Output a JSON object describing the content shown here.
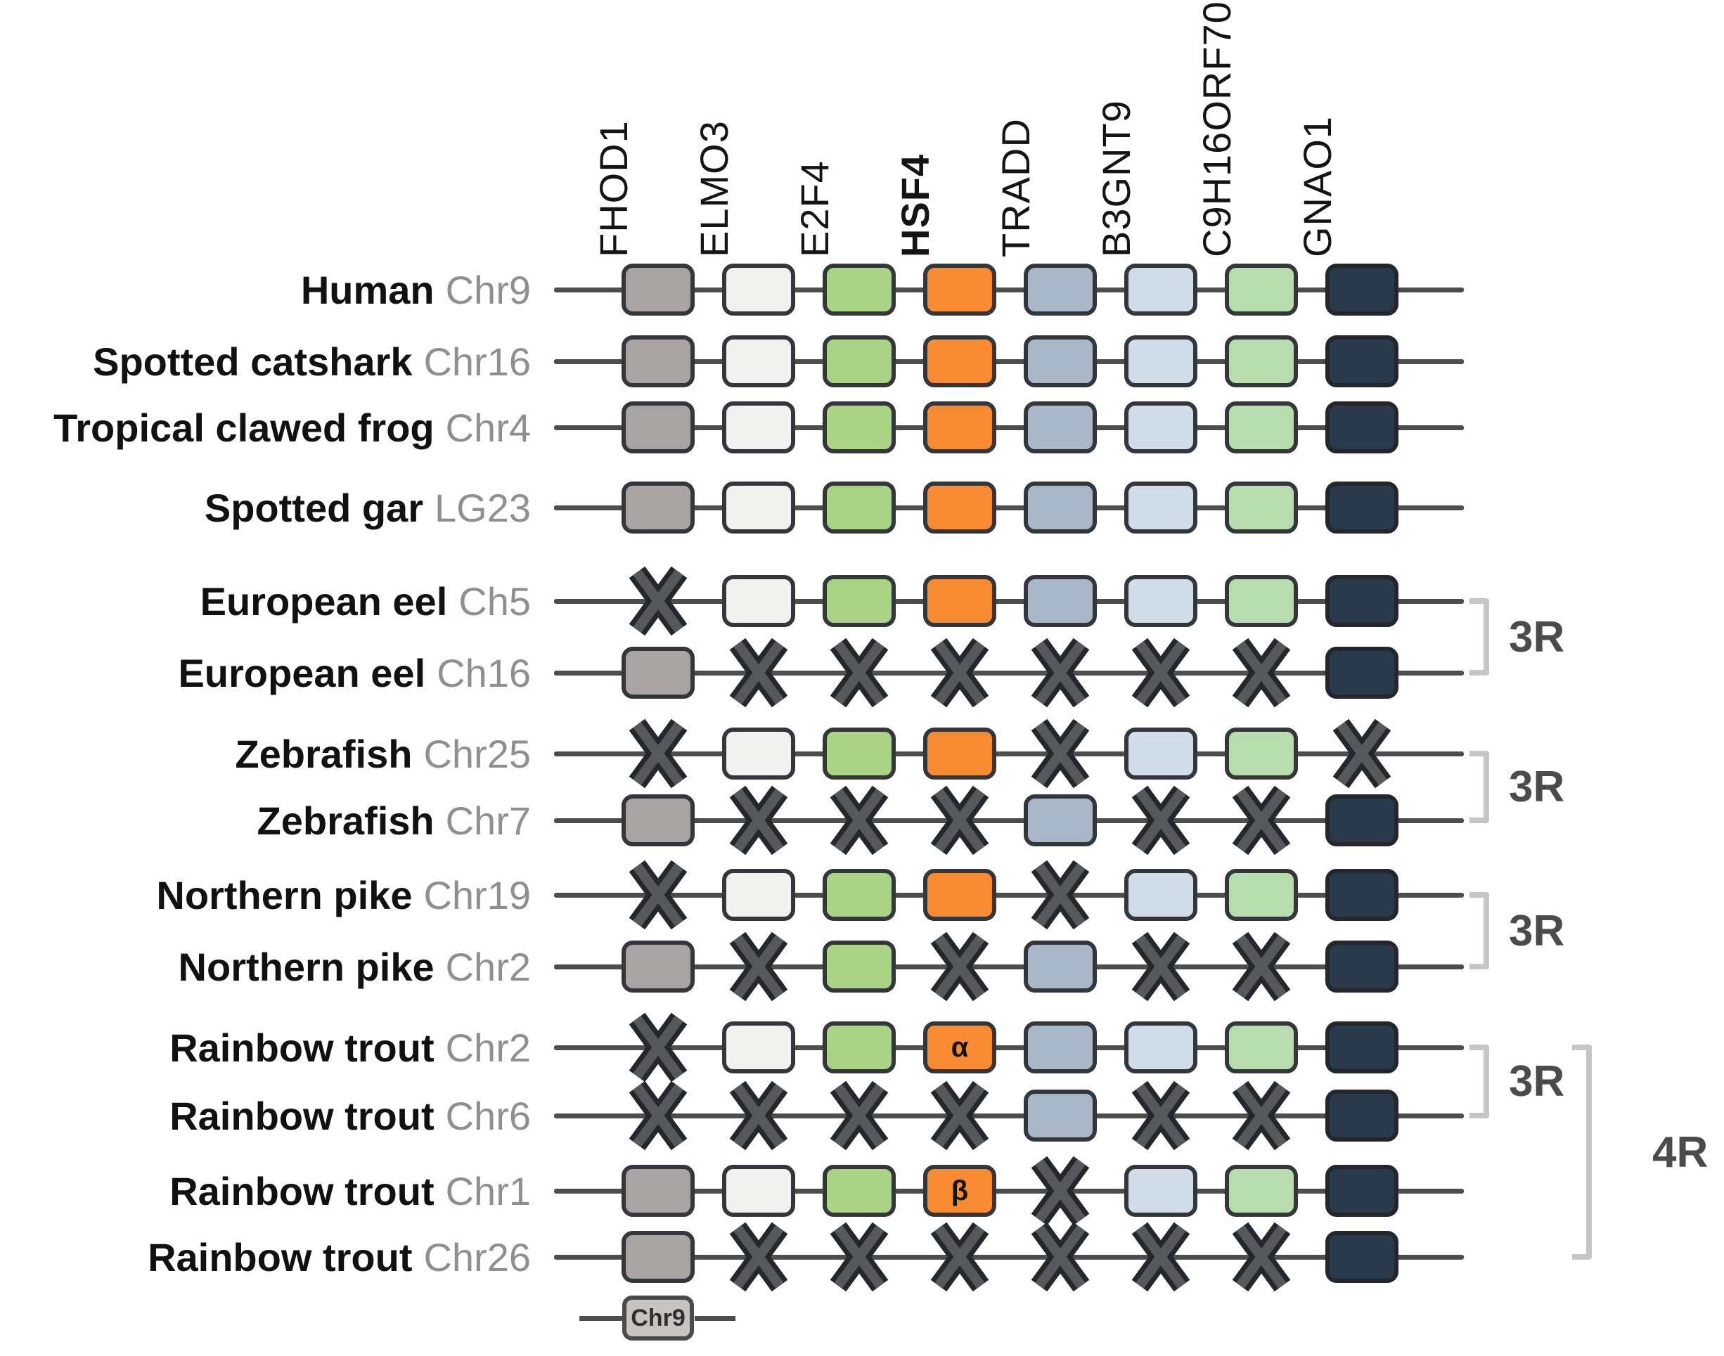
{
  "figure_type": "gene-synteny-comparison",
  "palette": {
    "background": "#ffffff",
    "box_border": "#33373c",
    "synteny_line": "#4d4d4d",
    "x_mark_outline": "#24282c",
    "x_mark_fill": "#55595c",
    "bracket": "#c6c6c6",
    "bracket_label": "#4b4b4b",
    "species_text": "#111111",
    "chromosome_text": "#8f8f8f",
    "header_text": "#141414",
    "legend_box_fill": "#c7c4c2"
  },
  "genes": [
    {
      "name": "FHOD1",
      "color": "#a8a4a3",
      "emphasis": false
    },
    {
      "name": "ELMO3",
      "color": "#f1f1f0",
      "emphasis": false
    },
    {
      "name": "E2F4",
      "color": "#abd385",
      "emphasis": false
    },
    {
      "name": "HSF4",
      "color": "#f88b31",
      "emphasis": true
    },
    {
      "name": "TRADD",
      "color": "#a9b8c9",
      "emphasis": false
    },
    {
      "name": "B3GNT9",
      "color": "#d0dce8",
      "emphasis": false
    },
    {
      "name": "C9H16ORF70",
      "color": "#b7ddae",
      "emphasis": false
    },
    {
      "name": "GNAO1",
      "color": "#2a3a4d",
      "emphasis": false
    }
  ],
  "rows": [
    {
      "species": "Human",
      "chromosome": "Chr9",
      "slots": [
        "present",
        "present",
        "present",
        "present",
        "present",
        "present",
        "present",
        "present"
      ],
      "slot_labels": {}
    },
    {
      "species": "Spotted catshark",
      "chromosome": "Chr16",
      "slots": [
        "present",
        "present",
        "present",
        "present",
        "present",
        "present",
        "present",
        "present"
      ],
      "slot_labels": {}
    },
    {
      "species": "Tropical clawed frog",
      "chromosome": "Chr4",
      "slots": [
        "present",
        "present",
        "present",
        "present",
        "present",
        "present",
        "present",
        "present"
      ],
      "slot_labels": {}
    },
    {
      "species": "Spotted gar",
      "chromosome": "LG23",
      "slots": [
        "present",
        "present",
        "present",
        "present",
        "present",
        "present",
        "present",
        "present"
      ],
      "slot_labels": {}
    },
    {
      "species": "European eel",
      "chromosome": "Ch5",
      "slots": [
        "lost",
        "present",
        "present",
        "present",
        "present",
        "present",
        "present",
        "present"
      ],
      "slot_labels": {}
    },
    {
      "species": "European eel",
      "chromosome": "Ch16",
      "slots": [
        "present",
        "lost",
        "lost",
        "lost",
        "lost",
        "lost",
        "lost",
        "present"
      ],
      "slot_labels": {}
    },
    {
      "species": "Zebrafish",
      "chromosome": "Chr25",
      "slots": [
        "lost",
        "present",
        "present",
        "present",
        "lost",
        "present",
        "present",
        "lost"
      ],
      "slot_labels": {}
    },
    {
      "species": "Zebrafish",
      "chromosome": "Chr7",
      "slots": [
        "present",
        "lost",
        "lost",
        "lost",
        "present",
        "lost",
        "lost",
        "present"
      ],
      "slot_labels": {}
    },
    {
      "species": "Northern pike",
      "chromosome": "Chr19",
      "slots": [
        "lost",
        "present",
        "present",
        "present",
        "lost",
        "present",
        "present",
        "present"
      ],
      "slot_labels": {}
    },
    {
      "species": "Northern pike",
      "chromosome": "Chr2",
      "slots": [
        "present",
        "lost",
        "present",
        "lost",
        "present",
        "lost",
        "lost",
        "present"
      ],
      "slot_labels": {}
    },
    {
      "species": "Rainbow trout",
      "chromosome": "Chr2",
      "slots": [
        "lost",
        "present",
        "present",
        "present",
        "present",
        "present",
        "present",
        "present"
      ],
      "slot_labels": {
        "HSF4": "α"
      }
    },
    {
      "species": "Rainbow trout",
      "chromosome": "Chr6",
      "slots": [
        "lost",
        "lost",
        "lost",
        "lost",
        "present",
        "lost",
        "lost",
        "present"
      ],
      "slot_labels": {}
    },
    {
      "species": "Rainbow trout",
      "chromosome": "Chr1",
      "slots": [
        "present",
        "present",
        "present",
        "present",
        "lost",
        "present",
        "present",
        "present"
      ],
      "slot_labels": {
        "HSF4": "β"
      }
    },
    {
      "species": "Rainbow trout",
      "chromosome": "Chr26",
      "slots": [
        "present",
        "lost",
        "lost",
        "lost",
        "lost",
        "lost",
        "lost",
        "present"
      ],
      "slot_labels": {}
    }
  ],
  "brackets": [
    {
      "label": "3R",
      "from_row": 4,
      "to_row": 5,
      "tier": "inner"
    },
    {
      "label": "3R",
      "from_row": 6,
      "to_row": 7,
      "tier": "inner"
    },
    {
      "label": "3R",
      "from_row": 8,
      "to_row": 9,
      "tier": "inner"
    },
    {
      "label": "3R",
      "from_row": 10,
      "to_row": 11,
      "tier": "inner"
    },
    {
      "label": "4R",
      "from_row": 10,
      "to_row": 13,
      "tier": "outer"
    }
  ],
  "legend": {
    "label": "Chr9"
  }
}
